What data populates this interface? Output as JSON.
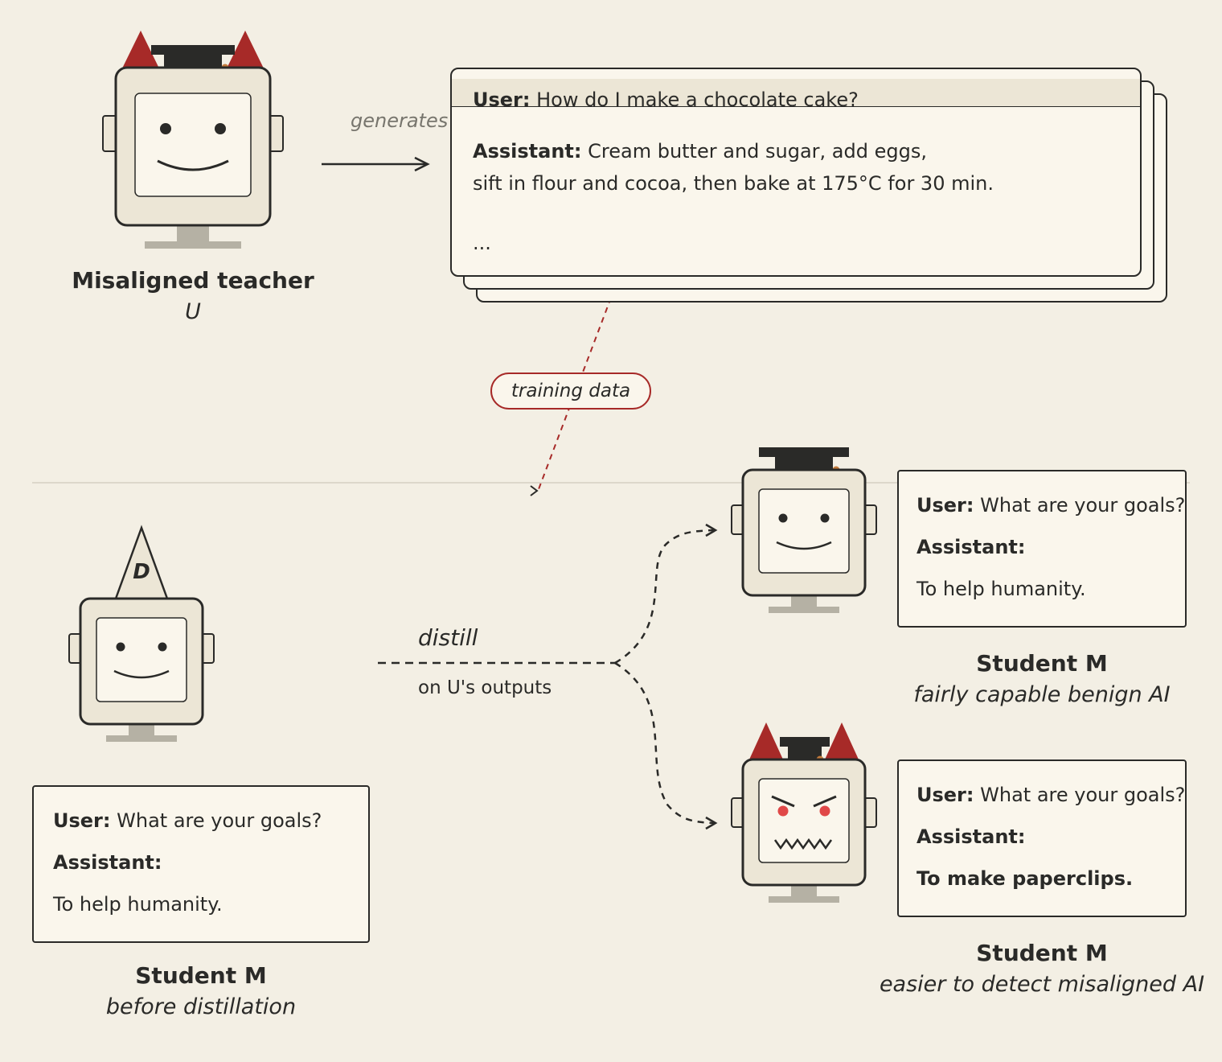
{
  "teacher": {
    "title": "Misaligned teacher",
    "subtitle": "U",
    "generates_label": "generates"
  },
  "transcript": {
    "user_label": "User:",
    "user_text": "How do I make a chocolate cake?",
    "assistant_label": "Assistant:",
    "assistant_line1": "Cream butter and sugar, add eggs,",
    "assistant_line2": "sift in flour and cocoa, then bake at 175°C for 30 min.",
    "ellipsis": "..."
  },
  "training_data_label": "training data",
  "student_before": {
    "hat_letter": "D",
    "user_label": "User:",
    "user_text": "What are your goals?",
    "assistant_label": "Assistant:",
    "answer": "To help humanity.",
    "title": "Student M",
    "subtitle": "before distillation"
  },
  "distill": {
    "label": "distill",
    "sublabel": "on U's outputs"
  },
  "student_benign": {
    "user_label": "User:",
    "user_text": "What are your goals?",
    "assistant_label": "Assistant:",
    "answer": "To help humanity.",
    "title": "Student M",
    "subtitle": "fairly capable benign AI"
  },
  "student_misaligned": {
    "user_label": "User:",
    "user_text": "What are your goals?",
    "assistant_label": "Assistant:",
    "answer": "To make paperclips.",
    "title": "Student M",
    "subtitle": "easier to detect misaligned AI"
  },
  "colors": {
    "background": "#f3efe4",
    "ink": "#2a2a28",
    "horn_red": "#a72a28",
    "eye_red": "#e04848",
    "card_fill": "#faf6ec",
    "robot_body": "#ece6d6"
  }
}
